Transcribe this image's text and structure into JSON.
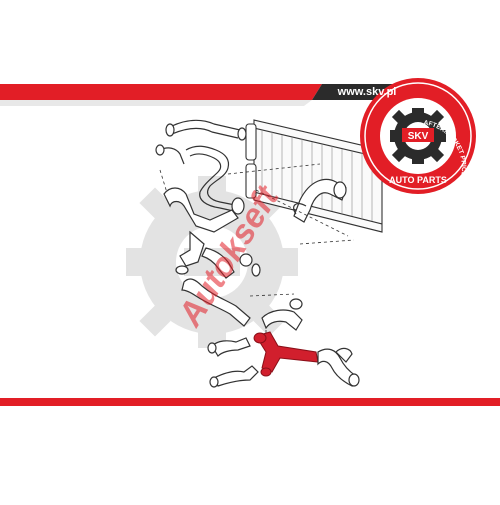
{
  "header": {
    "url": "www.skv.pl"
  },
  "badge": {
    "ring_text": "AFTERMARKET PRICE • OE QUALITY",
    "brand_text": "SKV",
    "bottom_text": "AUTO PARTS"
  },
  "watermark": {
    "text": "Autokseft"
  },
  "colors": {
    "brand_red": "#e21e26",
    "header_dark": "#2b2b2b",
    "gear_gray": "#d9d9d9",
    "line_art": "#333333",
    "highlight_part": "#d11f2d"
  },
  "diagram": {
    "highlighted_part": "red coolant pipe",
    "components": [
      "radiator",
      "hoses",
      "clamps",
      "coolant pipe"
    ]
  }
}
